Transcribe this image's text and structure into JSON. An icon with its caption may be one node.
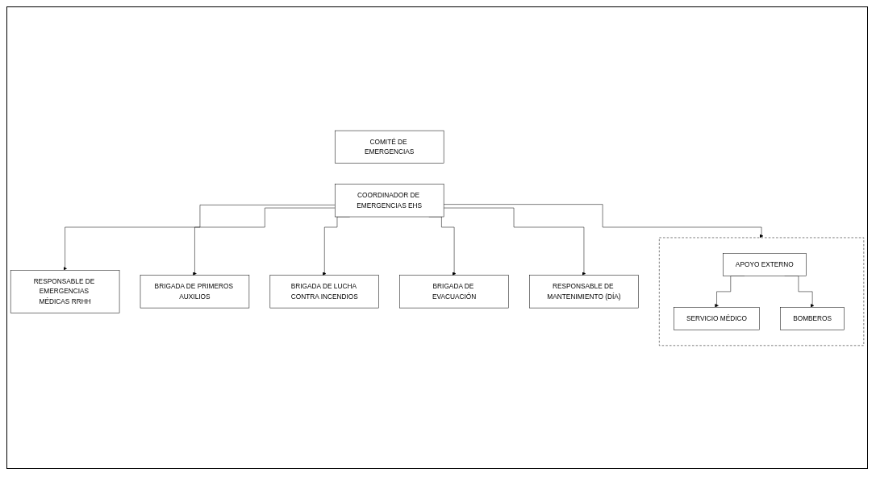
{
  "diagram": {
    "nodes": [
      {
        "text": [
          "COMITÉ DE EMERGENCIAS"
        ]
      },
      {
        "text": [
          "COORDINADOR DE EMERGENCIAS EHS"
        ]
      },
      {
        "text": [
          "RESPONSABLE DE EMERGENCIAS MÉDICAS RRHH"
        ]
      },
      {
        "text": [
          "BRIGADA DE PRIMEROS AUXILIOS"
        ]
      },
      {
        "text": [
          "BRIGADA DE LUCHA CONTRA INCENDIOS"
        ]
      },
      {
        "text": [
          "BRIGADA DE EVACUACIÓN"
        ]
      },
      {
        "text": [],
        "shape": "box"
      },
      {
        "text": [
          "APOYO EXTERNO"
        ],
        "in": 6
      },
      {
        "text": [
          "SERVICIO MÉDICO"
        ],
        "in": 6
      },
      {
        "text": [
          "BOMBEROS"
        ],
        "in": 6
      },
      {
        "text": [
          "RESPONSABLE DE MANTENIMIENTO (DÍA)"
        ]
      }
    ],
    "edges": [
      {
        "from": 1,
        "to": 2,
        "arrow": "to"
      },
      {
        "from": 1,
        "to": 3,
        "arrow": "to"
      },
      {
        "from": 1,
        "to": 4,
        "arrow": "to"
      },
      {
        "from": 1,
        "to": 5,
        "arrow": "to"
      },
      {
        "from": 1,
        "to": 6,
        "arrow": "to"
      },
      {
        "from": 1,
        "to": 10,
        "arrow": "to"
      },
      {
        "from": 7,
        "to": 8,
        "arrow": "to"
      },
      {
        "from": 7,
        "to": 9,
        "arrow": "to"
      }
    ]
  }
}
